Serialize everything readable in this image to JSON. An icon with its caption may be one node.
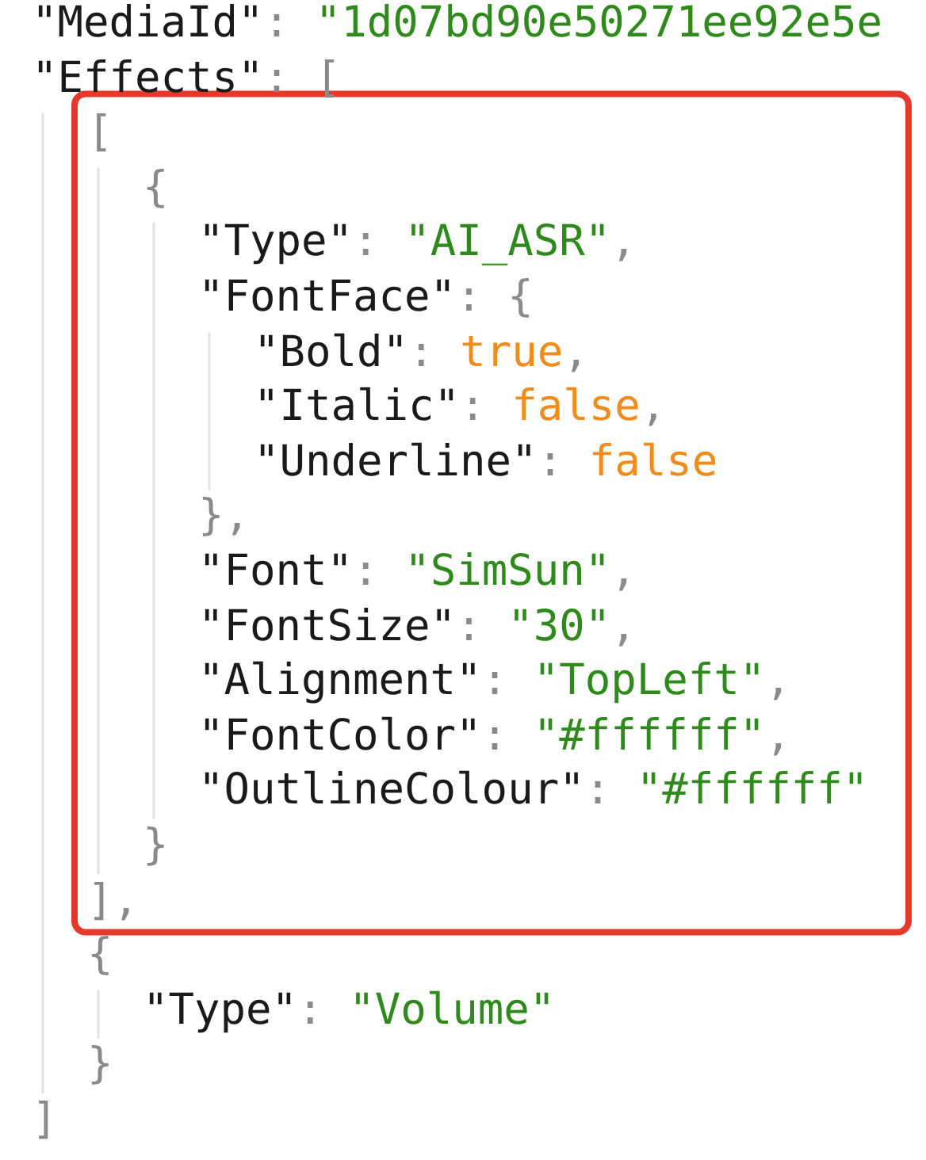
{
  "diagram": {
    "labels": [
      "\"MediaId\": \"1d07bd90e50271ee92e5e",
      "\"Effects\": [",
      "[",
      "{",
      "\"Type\": \"AI_ASR\",",
      "\"FontFace\": {",
      "\"Bold\": true,",
      "\"Italic\": false,",
      "\"Underline\": false",
      "},",
      "\"Font\": \"SimSun\",",
      "\"FontSize\": \"30\",",
      "\"Alignment\": \"TopLeft\",",
      "\"FontColor\": \"#ffffff\",",
      "\"OutlineColour\": \"#ffffff\"",
      "}",
      "],",
      "{",
      "\"Type\": \"Volume\"",
      "}",
      "]"
    ]
  }
}
